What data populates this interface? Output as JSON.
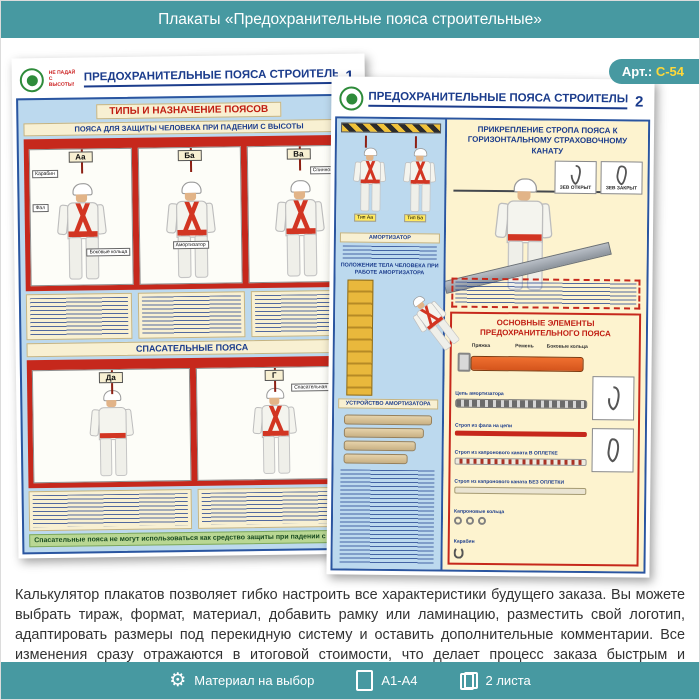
{
  "header": {
    "title": "Плакаты «Предохранительные пояса строительные»"
  },
  "badge": {
    "label": "Арт.:",
    "code": "С-54"
  },
  "poster1": {
    "logo_line1": "НЕ ПАДАЙ",
    "logo_line2": "С ВЫСОТЫ!",
    "title": "ПРЕДОХРАНИТЕЛЬНЫЕ ПОЯСА СТРОИТЕЛЬНЫЕ",
    "number": "1",
    "section1": {
      "title": "ТИПЫ И НАЗНАЧЕНИЕ ПОЯСОВ",
      "subtitle": "ПОЯСА ДЛЯ ЗАЩИТЫ ЧЕЛОВЕКА ПРИ ПАДЕНИИ С ВЫСОТЫ"
    },
    "types": [
      "Аа",
      "Ба",
      "Ва"
    ],
    "labels": {
      "karabin": "Карабин",
      "fal": "Фал",
      "bokovye": "Боковые кольца",
      "amortizator": "Амортизатор",
      "spinnoy": "Спинной фал",
      "verevka": "Спасательная веревка"
    },
    "section2": {
      "title": "СПАСАТЕЛЬНЫЕ ПОЯСА"
    },
    "rescue_types": [
      "Да",
      "Г"
    ],
    "warning": "Спасательные пояса не могут использоваться как средство защиты при падении с высоты"
  },
  "poster2": {
    "title": "ПРЕДОХРАНИТЕЛЬНЫЕ ПОЯСА СТРОИТЕЛЬНЫЕ",
    "number": "2",
    "left": {
      "label1": "АМОРТИЗАТОР",
      "tags": [
        "Тип Аа",
        "Тип Ба"
      ],
      "mid_label": "ПОЛОЖЕНИЕ ТЕЛА ЧЕЛОВЕКА ПРИ РАБОТЕ АМОРТИЗАТОРА",
      "label2": "УСТРОЙСТВО АМОРТИЗАТОРА"
    },
    "right": {
      "attach_title": "ПРИКРЕПЛЕНИЕ СТРОПА ПОЯСА К ГОРИЗОНТАЛЬНОМУ СТРАХОВОЧНОМУ КАНАТУ",
      "zev_open": "ЗЕВ ОТКРЫТ",
      "zev_closed": "ЗЕВ ЗАКРЫТ",
      "elements_title": "ОСНОВНЫЕ ЭЛЕМЕНТЫ ПРЕДОХРАНИТЕЛЬНОГО ПОЯСА",
      "belt_labels": [
        "Пряжка",
        "Ремень",
        "Боковые кольца"
      ],
      "rows": [
        "Цепь амортизатора",
        "Строп из фала на цепи",
        "Строп из капронового каната В ОПЛЕТКЕ",
        "Строп из капронового каната БЕЗ ОПЛЕТКИ",
        "Капроновые кольца",
        "Карабин"
      ]
    }
  },
  "description": "Калькулятор плакатов позволяет гибко настроить все характеристики будущего заказа. Вы можете выбрать тираж, формат, материал, добавить рамку или ламинацию, разместить свой логотип, адаптировать размеры под перекидную систему и оставить дополнительные комментарии. Все изменения сразу отражаются в итоговой стоимости, что делает процесс заказа быстрым и прозрачным",
  "footer": {
    "items": [
      {
        "label": "Материал на выбор"
      },
      {
        "label": "А1-А4"
      },
      {
        "label": "2 листа"
      }
    ]
  }
}
